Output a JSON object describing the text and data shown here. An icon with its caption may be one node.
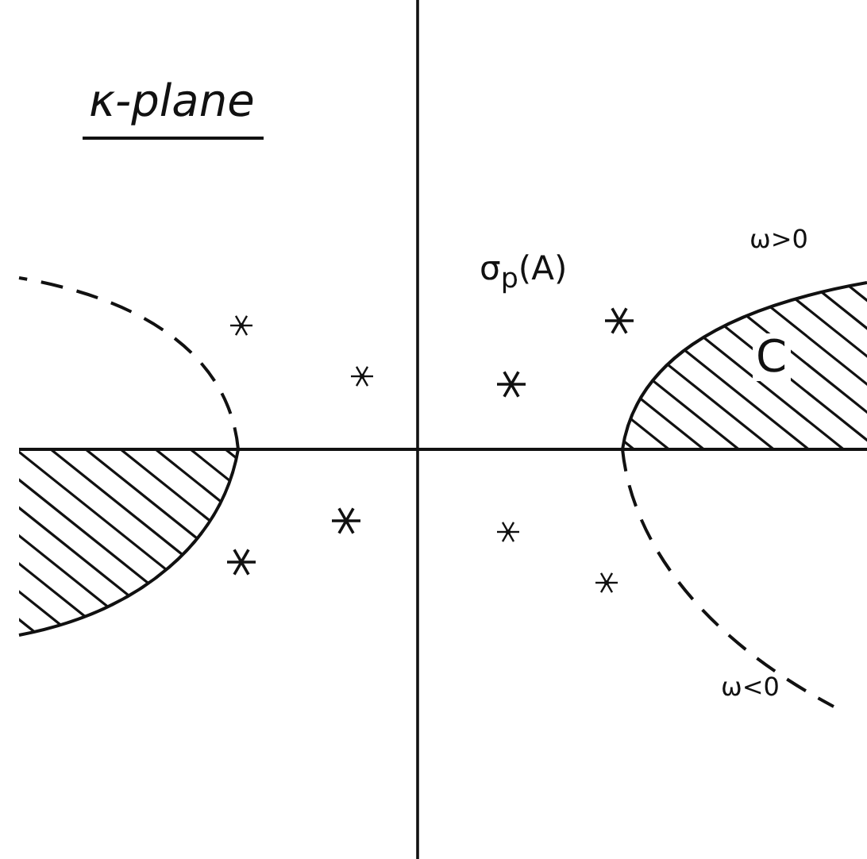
{
  "diagram": {
    "title": "κ-plane",
    "labels": [
      "ω>0",
      "σ$_{p}$(A)",
      "C",
      "ω<0"
    ]
  }
}
